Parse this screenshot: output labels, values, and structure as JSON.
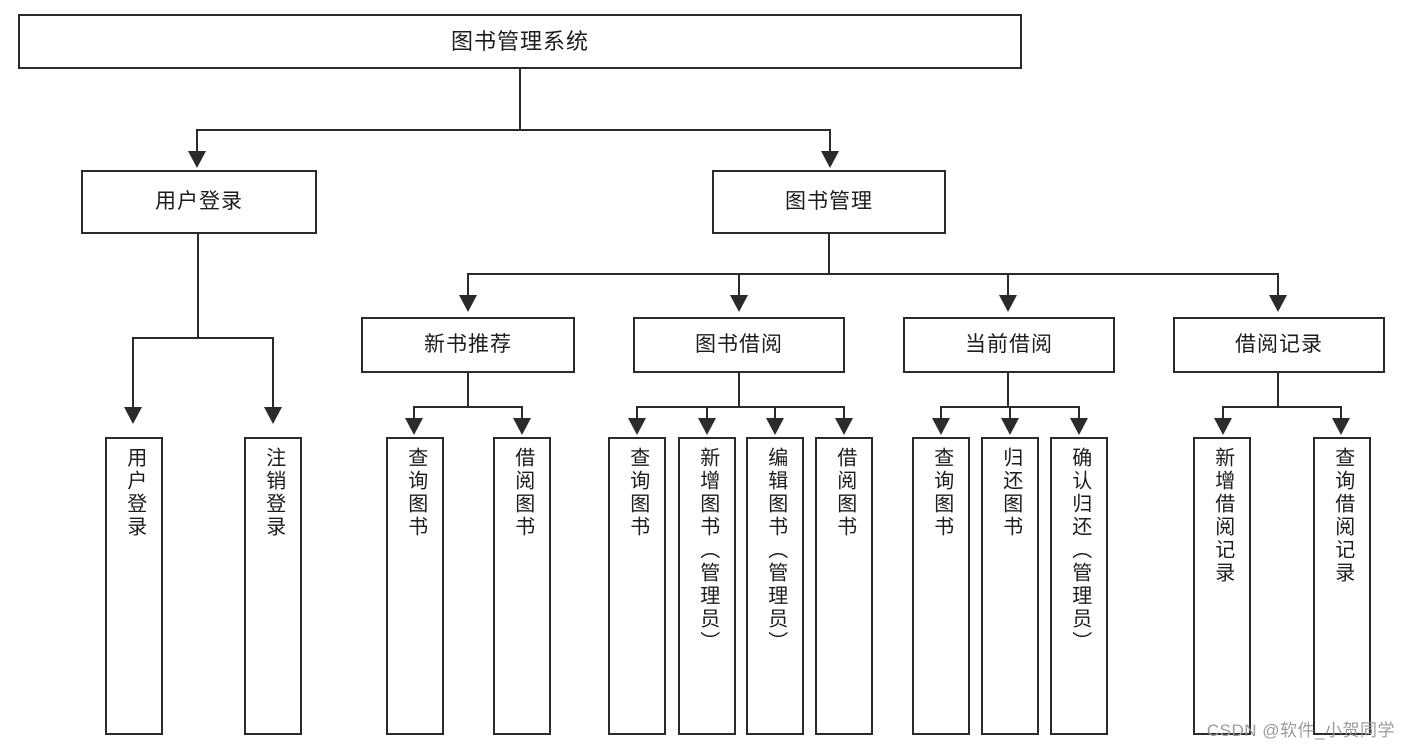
{
  "diagram": {
    "type": "tree",
    "title": "图书管理系统",
    "root": {
      "label": "图书管理系统"
    },
    "level2": [
      {
        "id": "user-login",
        "label": "用户登录"
      },
      {
        "id": "book-manage",
        "label": "图书管理"
      }
    ],
    "level3": [
      {
        "id": "new-book-recommend",
        "label": "新书推荐"
      },
      {
        "id": "book-borrow",
        "label": "图书借阅"
      },
      {
        "id": "current-borrow",
        "label": "当前借阅"
      },
      {
        "id": "borrow-record",
        "label": "借阅记录"
      }
    ],
    "leaves": {
      "user_login": [
        {
          "id": "leaf-user-login",
          "label": "用户登录"
        },
        {
          "id": "leaf-logout",
          "label": "注销登录"
        }
      ],
      "new_book_recommend": [
        {
          "id": "leaf-query-book-1",
          "label": "查询图书"
        },
        {
          "id": "leaf-borrow-book-1",
          "label": "借阅图书"
        }
      ],
      "book_borrow": [
        {
          "id": "leaf-query-book-2",
          "label": "查询图书"
        },
        {
          "id": "leaf-add-book",
          "label": "新增图书（管理员）"
        },
        {
          "id": "leaf-edit-book",
          "label": "编辑图书（管理员）"
        },
        {
          "id": "leaf-borrow-book-2",
          "label": "借阅图书"
        }
      ],
      "current_borrow": [
        {
          "id": "leaf-query-book-3",
          "label": "查询图书"
        },
        {
          "id": "leaf-return-book",
          "label": "归还图书"
        },
        {
          "id": "leaf-confirm-return",
          "label": "确认归还（管理员）"
        }
      ],
      "borrow_record": [
        {
          "id": "leaf-add-record",
          "label": "新增借阅记录"
        },
        {
          "id": "leaf-query-record",
          "label": "查询借阅记录"
        }
      ]
    }
  },
  "watermark": {
    "text": "CSDN @软件_小贺同学"
  },
  "colors": {
    "stroke": "#2b2b2b",
    "background": "#ffffff",
    "text": "#1c1c1c",
    "watermark": "#9b9b9b"
  }
}
